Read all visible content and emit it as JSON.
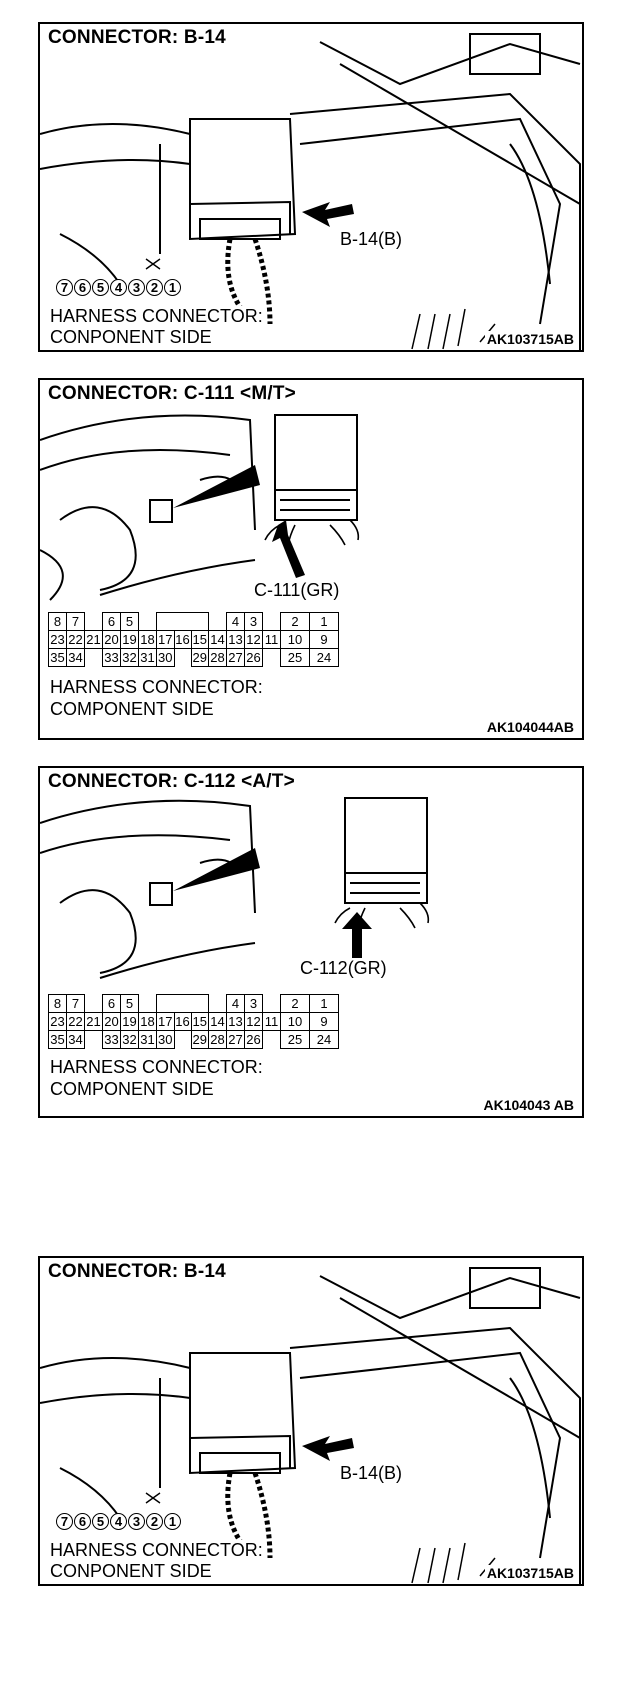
{
  "panels": [
    {
      "title": "CONNECTOR: B-14",
      "callout": "B-14(B)",
      "caption_line1": "HARNESS CONNECTOR:",
      "caption_line2": "CONPONENT SIDE",
      "image_code": "AK103715AB",
      "pins": [
        "7",
        "6",
        "5",
        "4",
        "3",
        "2",
        "1"
      ]
    },
    {
      "title": "CONNECTOR: C-111 <M/T>",
      "callout": "C-111(GR)",
      "caption_line1": "HARNESS CONNECTOR:",
      "caption_line2": "COMPONENT SIDE",
      "image_code": "AK104044AB",
      "row1": [
        "8",
        "7",
        "",
        "6",
        "5",
        "",
        "",
        "",
        "",
        "",
        "4",
        "3",
        "",
        "2",
        "1"
      ],
      "row2": [
        "23",
        "22",
        "21",
        "20",
        "19",
        "18",
        "17",
        "16",
        "15",
        "14",
        "13",
        "12",
        "11",
        "10",
        "9"
      ],
      "row3": [
        "35",
        "34",
        "",
        "33",
        "32",
        "31",
        "30",
        "",
        "29",
        "28",
        "27",
        "26",
        "",
        "25",
        "24"
      ]
    },
    {
      "title": "CONNECTOR: C-112 <A/T>",
      "callout": "C-112(GR)",
      "caption_line1": "HARNESS CONNECTOR:",
      "caption_line2": "COMPONENT SIDE",
      "image_code": "AK104043 AB",
      "row1": [
        "8",
        "7",
        "",
        "6",
        "5",
        "",
        "",
        "",
        "",
        "",
        "4",
        "3",
        "",
        "2",
        "1"
      ],
      "row2": [
        "23",
        "22",
        "21",
        "20",
        "19",
        "18",
        "17",
        "16",
        "15",
        "14",
        "13",
        "12",
        "11",
        "10",
        "9"
      ],
      "row3": [
        "35",
        "34",
        "",
        "33",
        "32",
        "31",
        "30",
        "",
        "29",
        "28",
        "27",
        "26",
        "",
        "25",
        "24"
      ]
    },
    {
      "title": "CONNECTOR: B-14",
      "callout": "B-14(B)",
      "caption_line1": "HARNESS CONNECTOR:",
      "caption_line2": "CONPONENT SIDE",
      "image_code": "AK103715AB",
      "pins": [
        "7",
        "6",
        "5",
        "4",
        "3",
        "2",
        "1"
      ]
    }
  ]
}
